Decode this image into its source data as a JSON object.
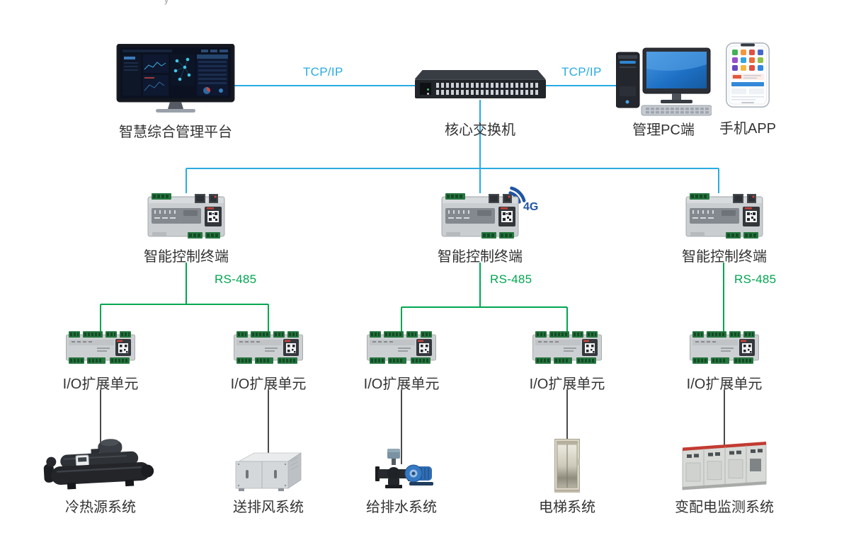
{
  "top": {
    "platform": {
      "label": "智慧综合管理平台",
      "device": "dashboard-monitor"
    },
    "core_switch": {
      "label": "核心交换机",
      "device": "rack-switch"
    },
    "pc": {
      "label": "管理PC端",
      "device": "desktop-computer"
    },
    "app": {
      "label": "手机APP",
      "device": "smartphone"
    }
  },
  "links": {
    "tcpip_left": "TCP/IP",
    "tcpip_right": "TCP/IP",
    "rs485_left": "RS-485",
    "rs485_middle": "RS-485",
    "rs485_right": "RS-485",
    "wireless": "4G"
  },
  "controllers": [
    {
      "label": "智能控制终端",
      "device": "din-rail-controller"
    },
    {
      "label": "智能控制终端",
      "device": "din-rail-controller"
    },
    {
      "label": "智能控制终端",
      "device": "din-rail-controller"
    }
  ],
  "io_units": [
    {
      "label": "I/O扩展单元",
      "device": "io-expansion-module"
    },
    {
      "label": "I/O扩展单元",
      "device": "io-expansion-module"
    },
    {
      "label": "I/O扩展单元",
      "device": "io-expansion-module"
    },
    {
      "label": "I/O扩展单元",
      "device": "io-expansion-module"
    },
    {
      "label": "I/O扩展单元",
      "device": "io-expansion-module"
    }
  ],
  "systems": [
    {
      "label": "冷热源系统",
      "device": "chiller-unit"
    },
    {
      "label": "送排风系统",
      "device": "air-handling-unit"
    },
    {
      "label": "给排水系统",
      "device": "valve-and-pump"
    },
    {
      "label": "电梯系统",
      "device": "elevator-doors"
    },
    {
      "label": "变配电监测系统",
      "device": "switchgear-cabinets"
    }
  ],
  "colors": {
    "ethernet": "#29abe2",
    "rs485": "#00a651",
    "device_link": "#4a4a4a",
    "label_text": "#333333",
    "wireless_icon": "#2155a3"
  }
}
